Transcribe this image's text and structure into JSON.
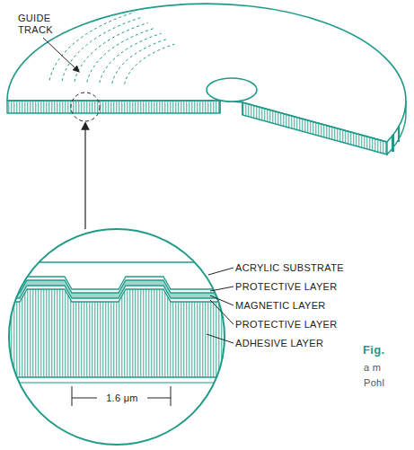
{
  "diagram": {
    "labels": [
      "GUIDE TRACK",
      "ACRYLIC SUBSTRATE",
      "PROTECTIVE LAYER",
      "MAGNETIC LAYER",
      "PROTECTIVE LAYER",
      "ADHESIVE LAYER",
      "1.6 μm",
      "Fig.",
      "a m",
      "Pohl"
    ]
  }
}
